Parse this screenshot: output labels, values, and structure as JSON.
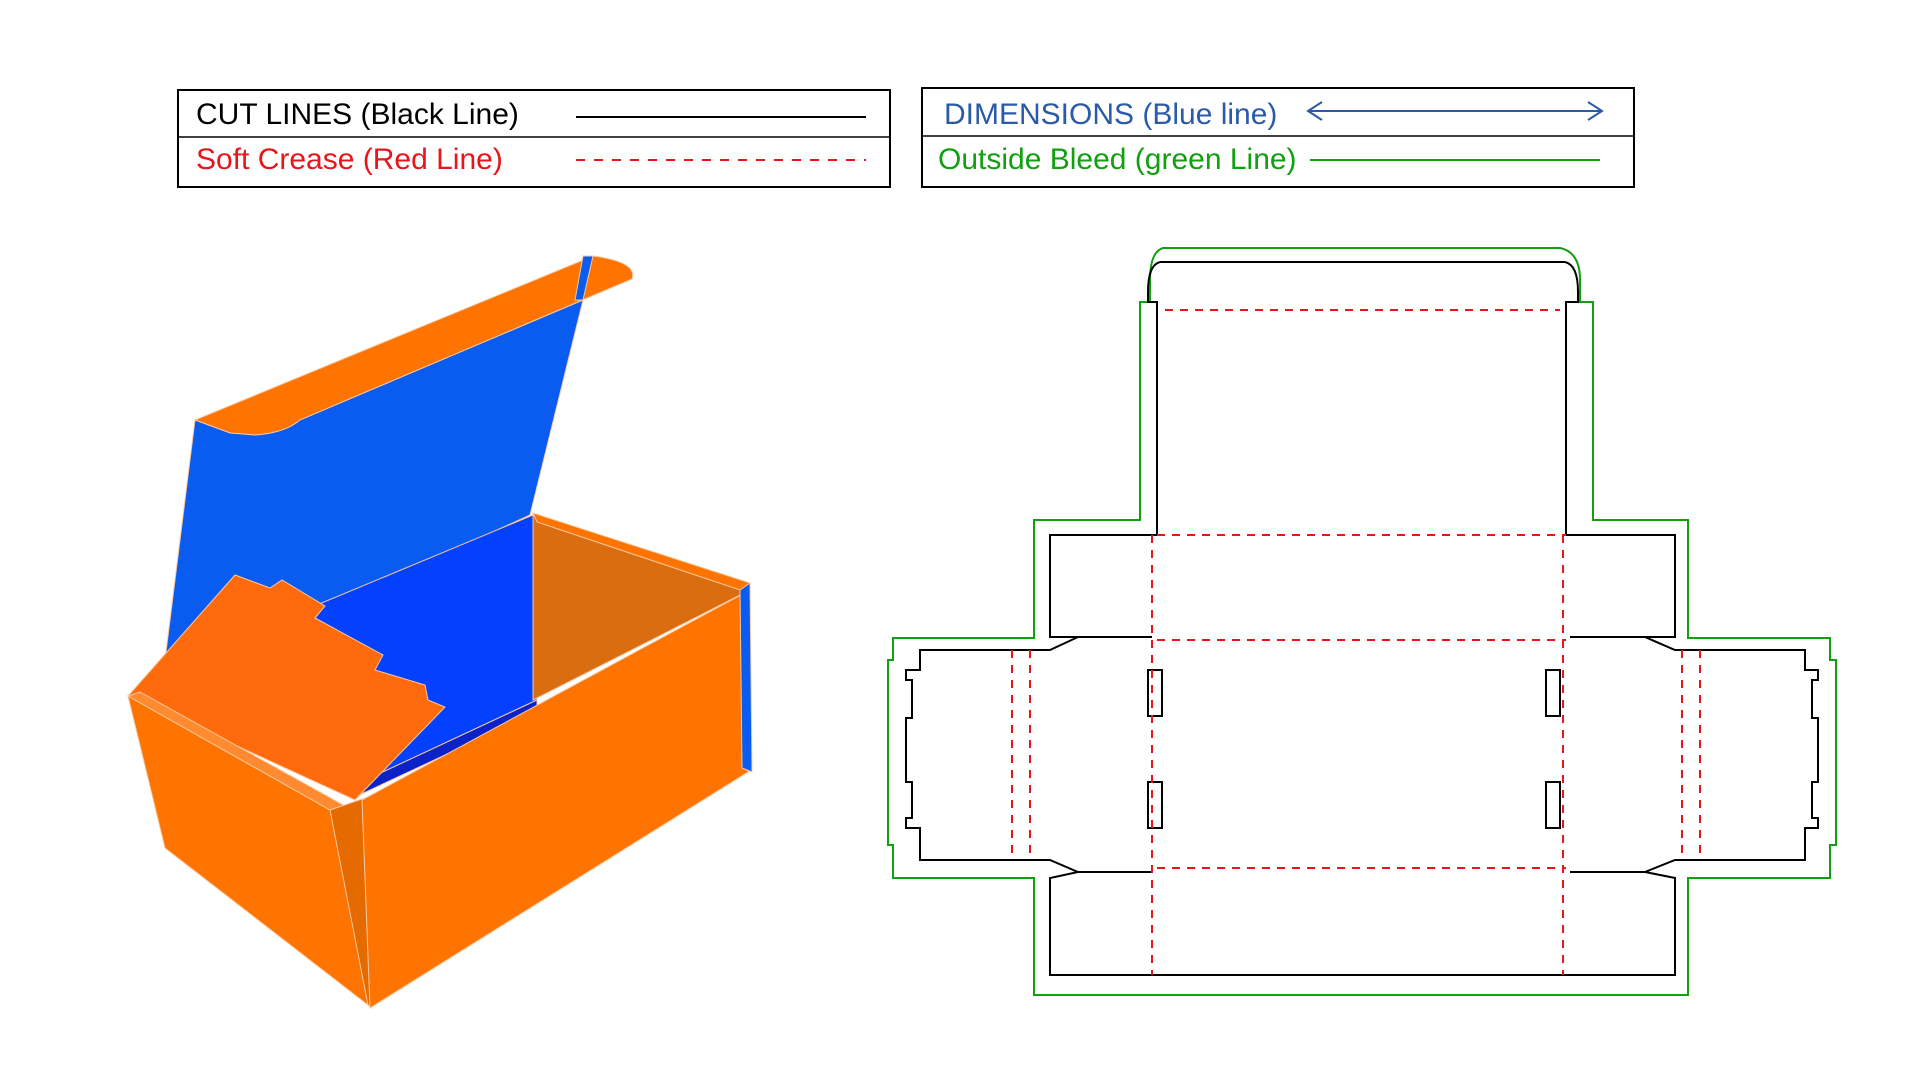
{
  "legend": {
    "cut": {
      "label": "CUT LINES (Black Line)",
      "color": "#000000"
    },
    "crease": {
      "label": "Soft Crease (Red Line)",
      "color": "#e8151b"
    },
    "dimensions": {
      "label": "DIMENSIONS (Blue line)",
      "color": "#2b5aa8"
    },
    "bleed": {
      "label": "Outside Bleed (green Line)",
      "color": "#10a010"
    }
  },
  "colors": {
    "box_orange": "#ff7300",
    "box_orange_dark": "#e56a00",
    "box_orange_shadow": "#d96d10",
    "box_blue": "#0a5cf0",
    "box_blue_deep": "#0340ff",
    "box_navy": "#0a22c8",
    "dieline_cut": "#000000",
    "dieline_crease": "#e8151b",
    "dieline_bleed": "#10a010"
  },
  "illustration": {
    "box_3d": "mailer-box-open-render",
    "dieline": "mailer-box-flat-dieline"
  }
}
